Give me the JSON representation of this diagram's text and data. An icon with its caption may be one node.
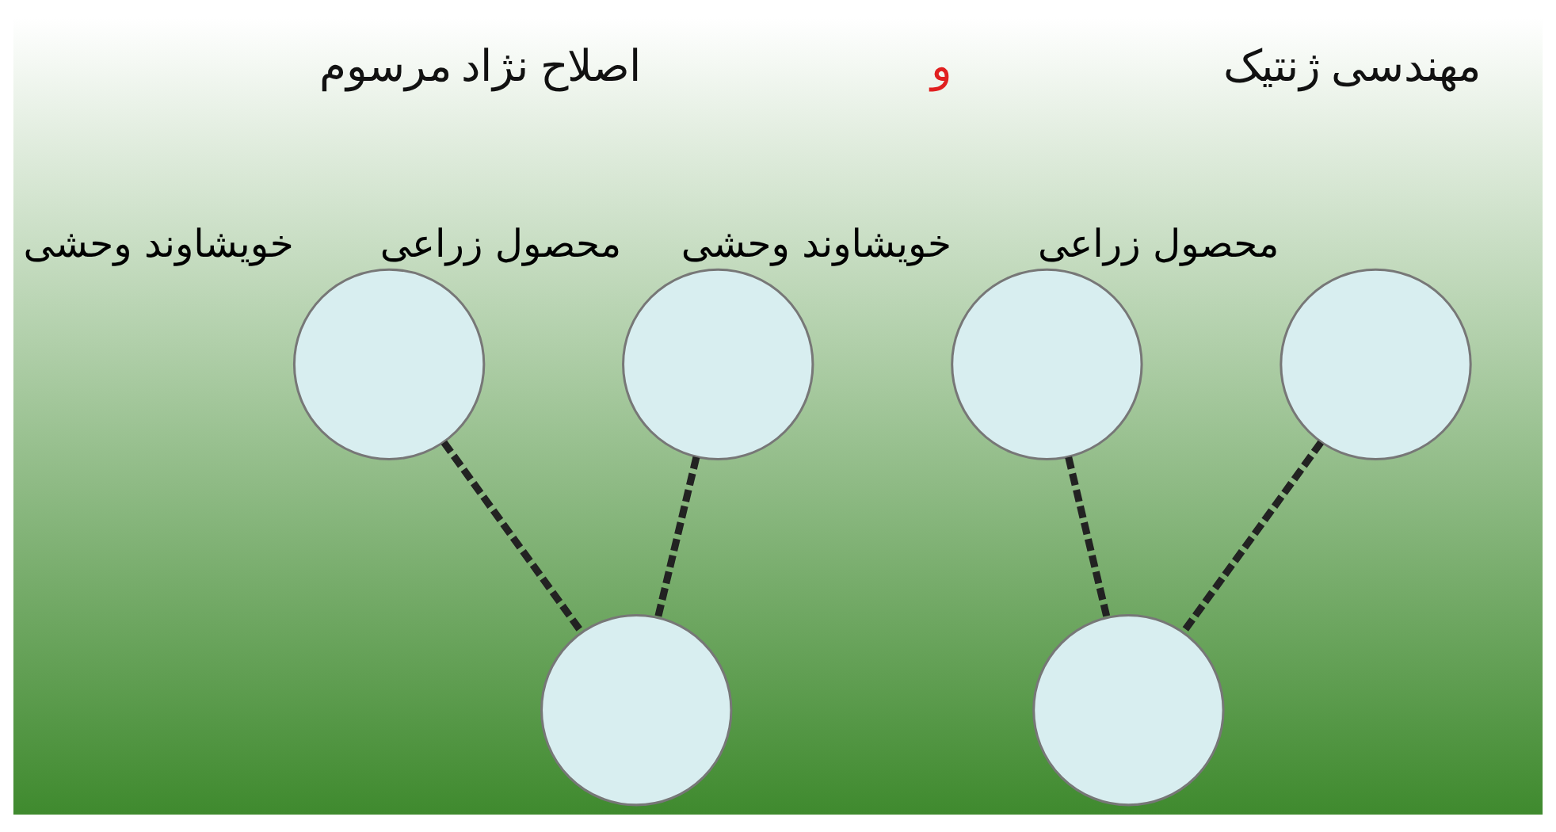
{
  "diagram": {
    "nodes": [
      {
        "text": [],
        "shape": "circle",
        "beside": [
          "خویشاوند وحشی"
        ]
      },
      {
        "text": [],
        "shape": "circle",
        "beside": [
          "محصول زراعی"
        ]
      },
      {
        "text": [],
        "shape": "circle",
        "beside": [
          "خویشاوند وحشی"
        ]
      },
      {
        "text": [],
        "shape": "circle",
        "beside": [
          "محصول زراعی"
        ]
      },
      {
        "text": [],
        "shape": "circle"
      },
      {
        "text": [],
        "shape": "circle"
      }
    ],
    "edges": [
      {
        "from": 0,
        "to": 4,
        "arrow": "none",
        "style": "dashed"
      },
      {
        "from": 1,
        "to": 4,
        "arrow": "none",
        "style": "dashed"
      },
      {
        "from": 2,
        "to": 5,
        "arrow": "none",
        "style": "dashed"
      },
      {
        "from": 3,
        "to": 5,
        "arrow": "none",
        "style": "dashed"
      }
    ],
    "labels": [
      "اصلاح نژاد مرسوم",
      "و",
      "مهندسی ژنتیک"
    ]
  }
}
